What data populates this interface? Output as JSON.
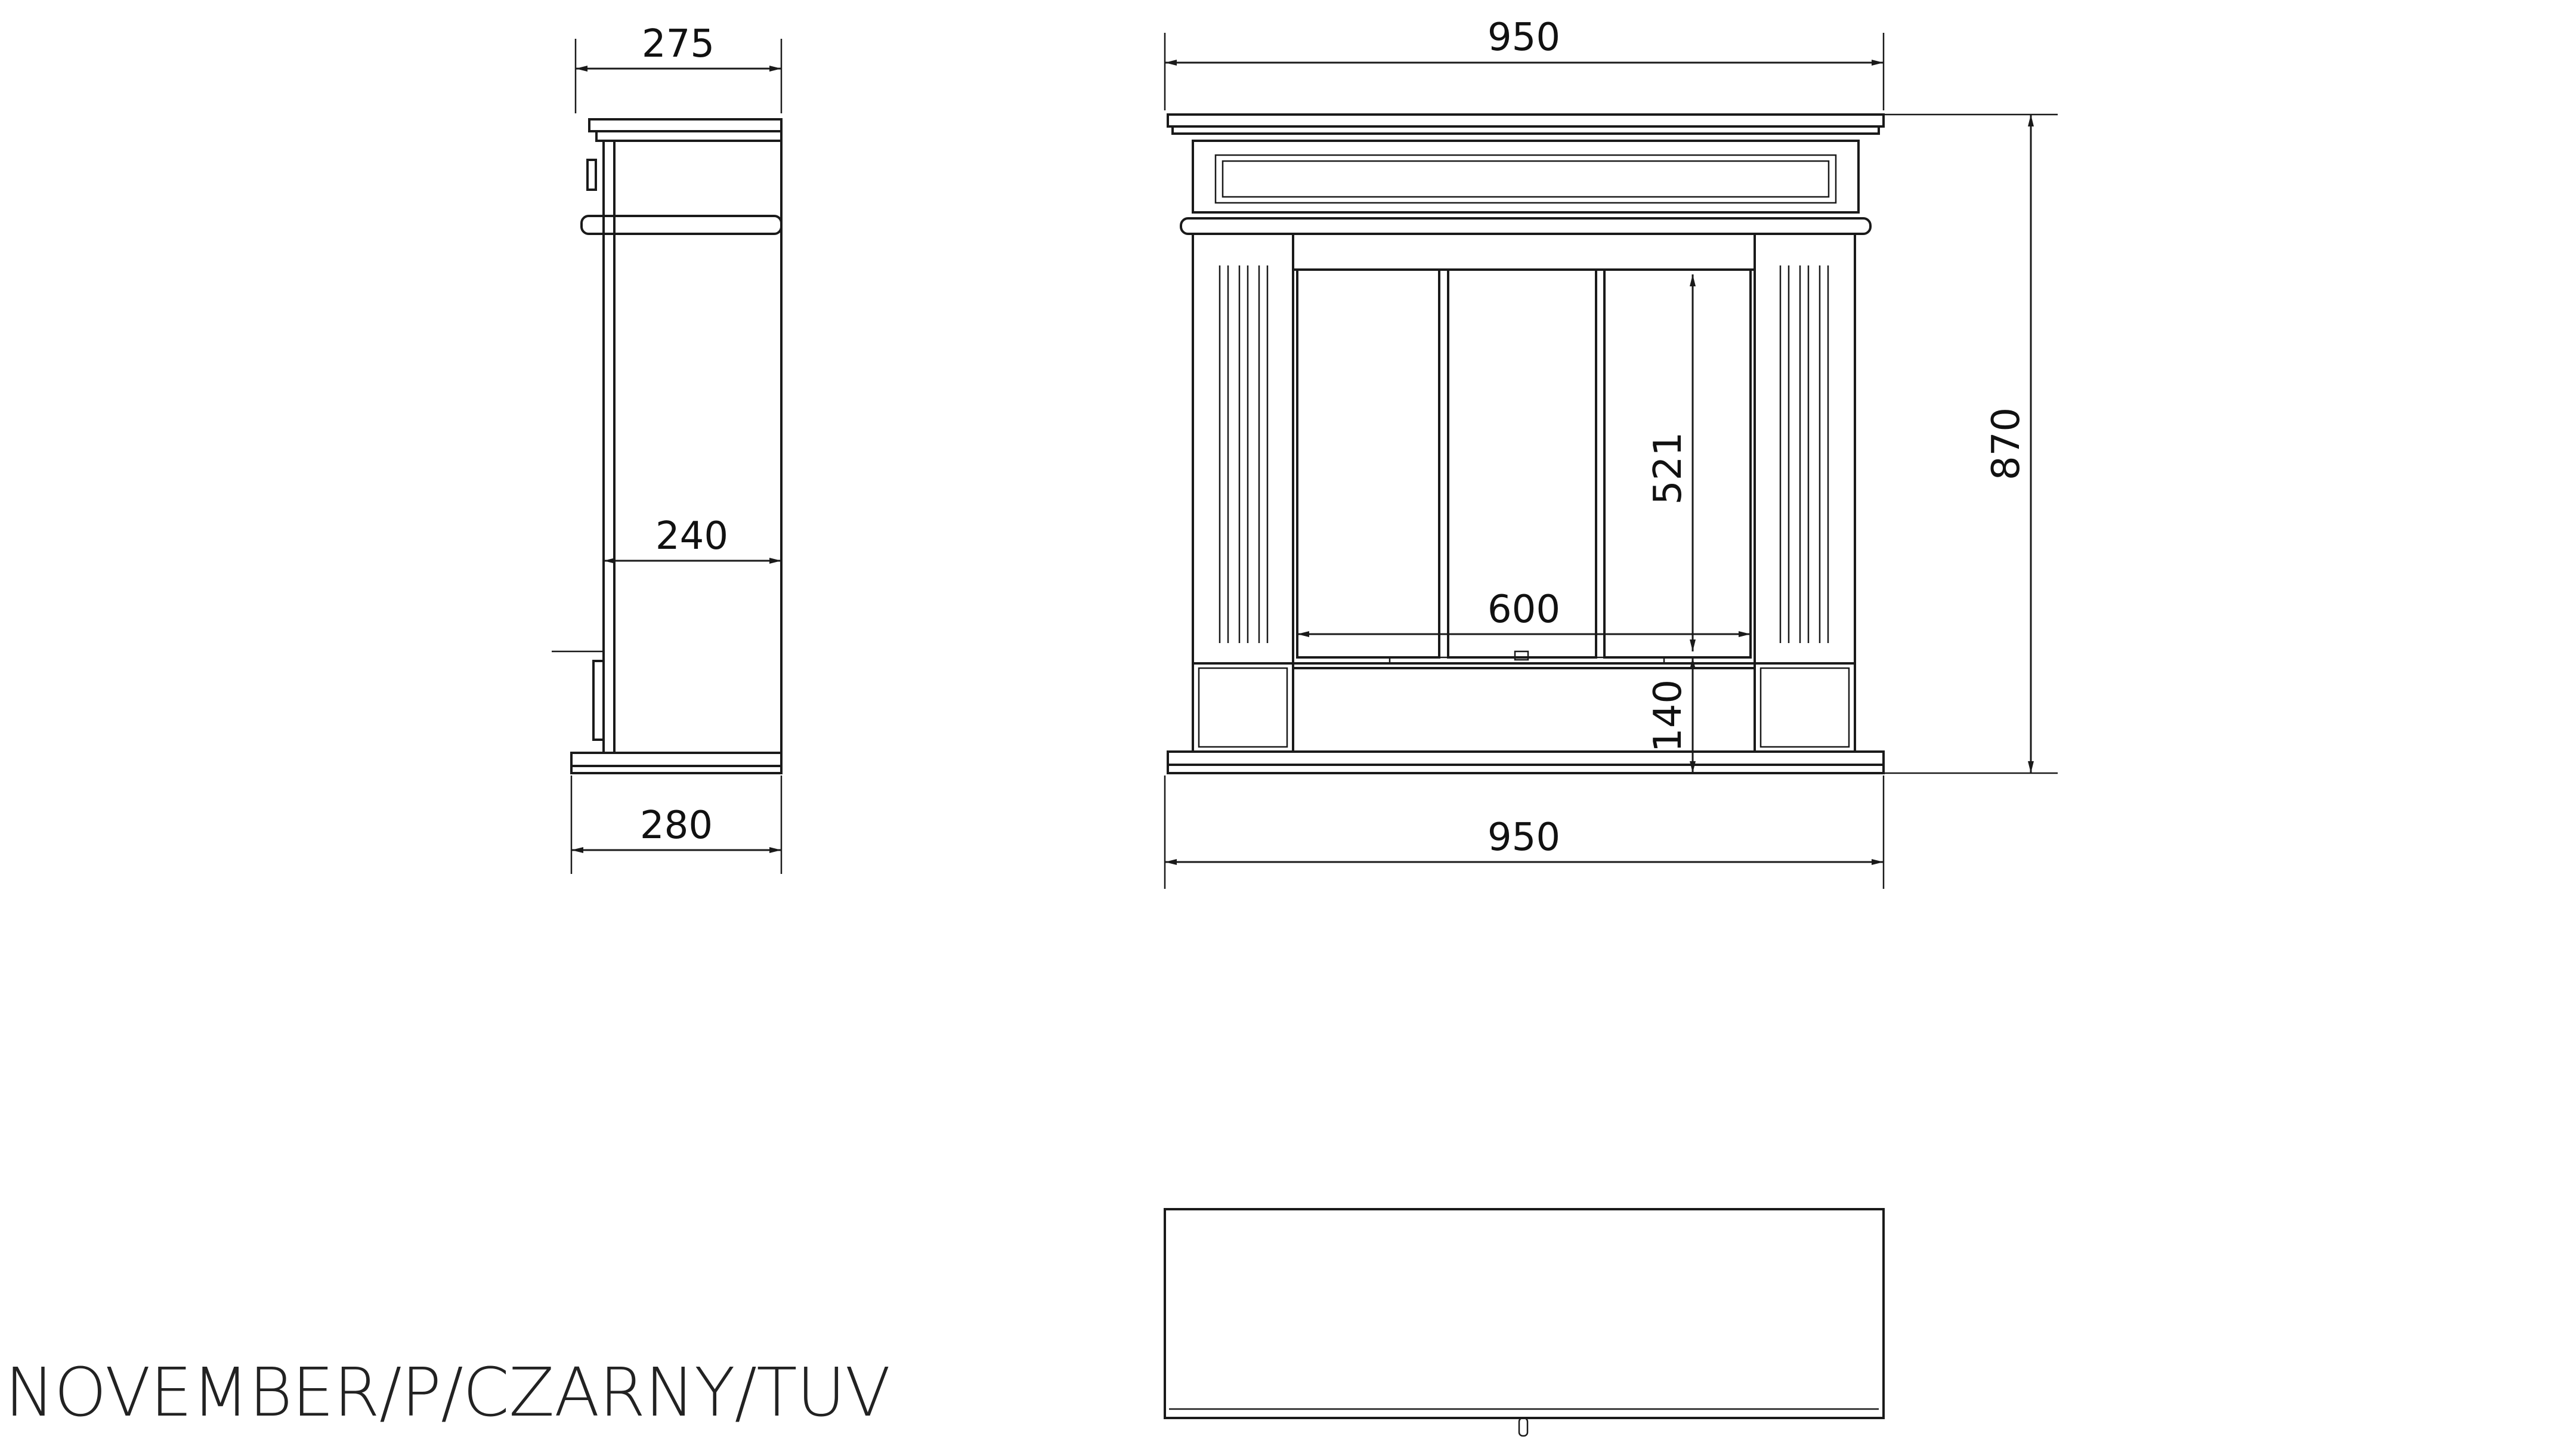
{
  "title": "NOVEMBER/P/CZARNY/TUV",
  "dimensions": {
    "side_top_depth": "275",
    "side_inner_depth": "240",
    "side_base_depth": "280",
    "front_top_width": "950",
    "front_bottom_width": "950",
    "front_total_height": "870",
    "opening_height": "521",
    "opening_width": "600",
    "base_height": "140"
  },
  "colors": {
    "line": "#1a1a1a",
    "background": "#ffffff"
  }
}
